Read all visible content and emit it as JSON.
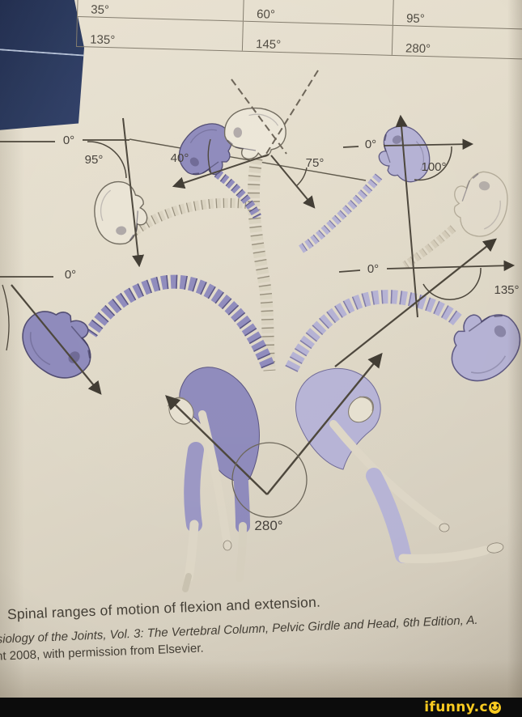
{
  "table": {
    "rows": [
      [
        "35°",
        "60°",
        "95°"
      ],
      [
        "135°",
        "145°",
        "280°"
      ]
    ]
  },
  "diagram": {
    "labels": {
      "head_flexion_ref": "0°",
      "head_flexion_angle": "95°",
      "cervical_flexion_angle": "40°",
      "cervical_extension_angle": "75°",
      "head_extension_ref": "0°",
      "head_extension_angle": "100°",
      "trunk_flexion_ref": "0°",
      "trunk_extension_ref": "0°",
      "trunk_extension_angle": "135°",
      "total_range_angle": "280°"
    }
  },
  "caption": {
    "title": "Spinal ranges of motion of flexion and extension.",
    "source_line_1": "ysiology of the Joints, Vol. 3: The Vertebral Column, Pelvic Girdle and Head, 6th Edition, A.",
    "source_line_2": "ht 2008, with permission from Elsevier."
  },
  "watermark": {
    "brand": "ifunny.c",
    "suffix_icon": "smiley-face"
  },
  "colors": {
    "page_cream": "#ded7c6",
    "navy_corner": "#2b3a5e",
    "purple_bone": "#8d89bb",
    "lavender_bone": "#b4b1d3",
    "ink": "#45403a",
    "ifunny_yellow": "#f8ca20",
    "bar_black": "#0c0c0c"
  }
}
